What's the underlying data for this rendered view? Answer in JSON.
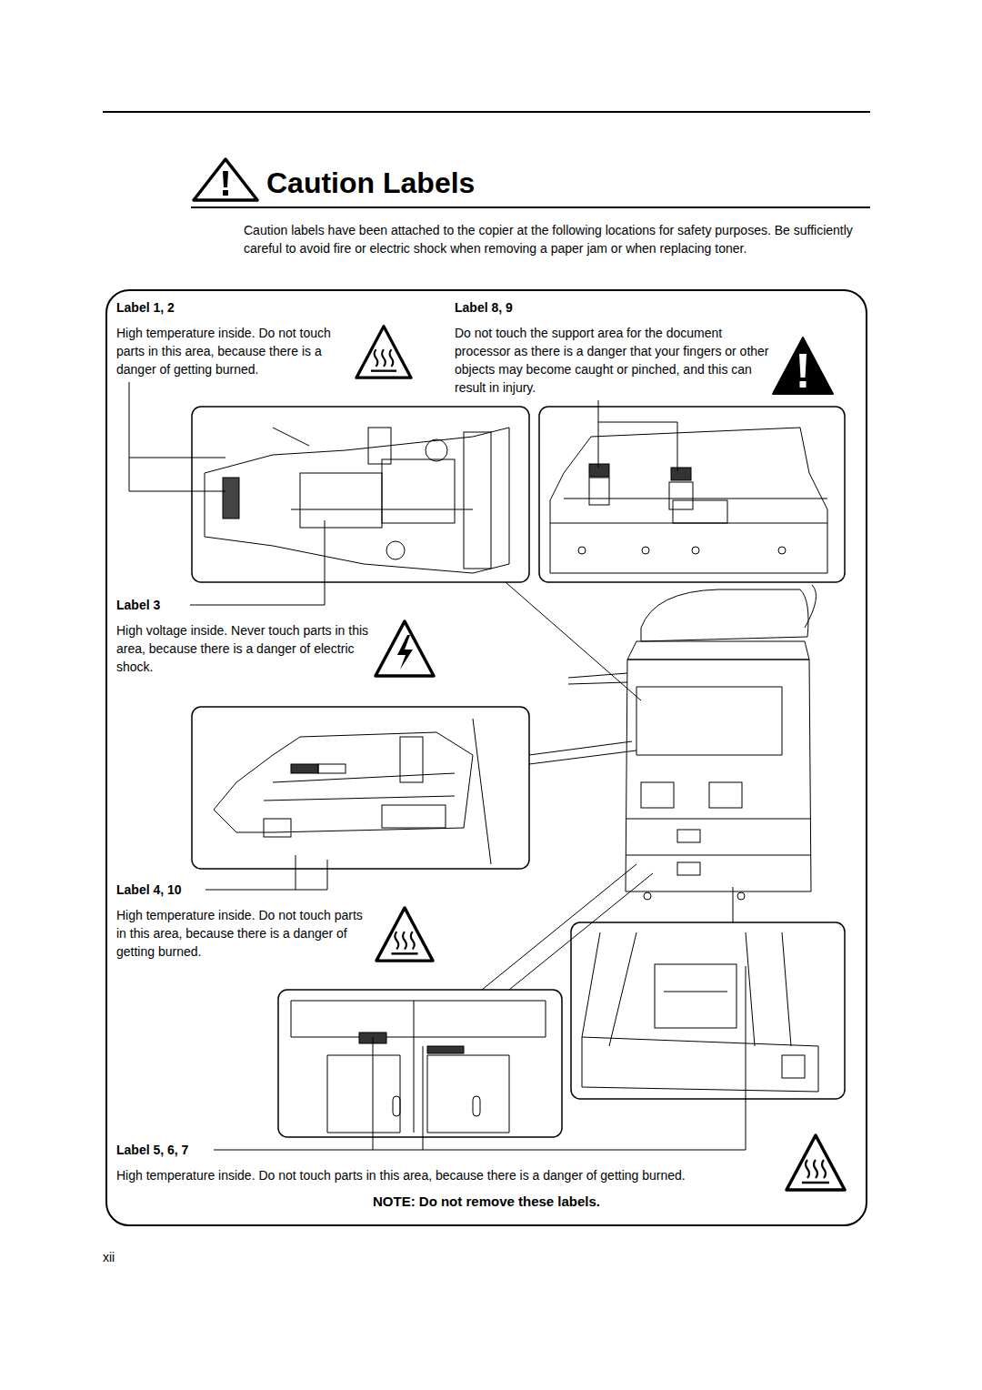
{
  "diagram": {
    "title": "Caution Labels",
    "nodes": [
      {
        "text": [
          "NOTE: Do not remove these labels."
        ]
      }
    ],
    "labels": [
      "Caution labels have been attached to the copier at the following locations for safety purposes. Be sufficiently careful to avoid fire or electric shock when removing a paper jam or when replacing toner.",
      "Label 1, 2",
      "High temperature inside. Do not touch parts in this area, because there is a danger of getting burned.",
      "Label 8, 9",
      "Do not touch the support area for the document processor as there is a danger that your fingers or other objects may become caught or pinched, and this can result in injury.",
      "Label 3",
      "High voltage inside. Never touch parts in this area, because there is a danger of electric shock.",
      "Label 4, 10",
      "High temperature inside. Do not touch parts in this area, because there is a danger of getting burned.",
      "Label 5, 6, 7",
      "High temperature inside. Do not touch parts in this area, because there is a danger of getting burned.",
      "xii"
    ]
  }
}
